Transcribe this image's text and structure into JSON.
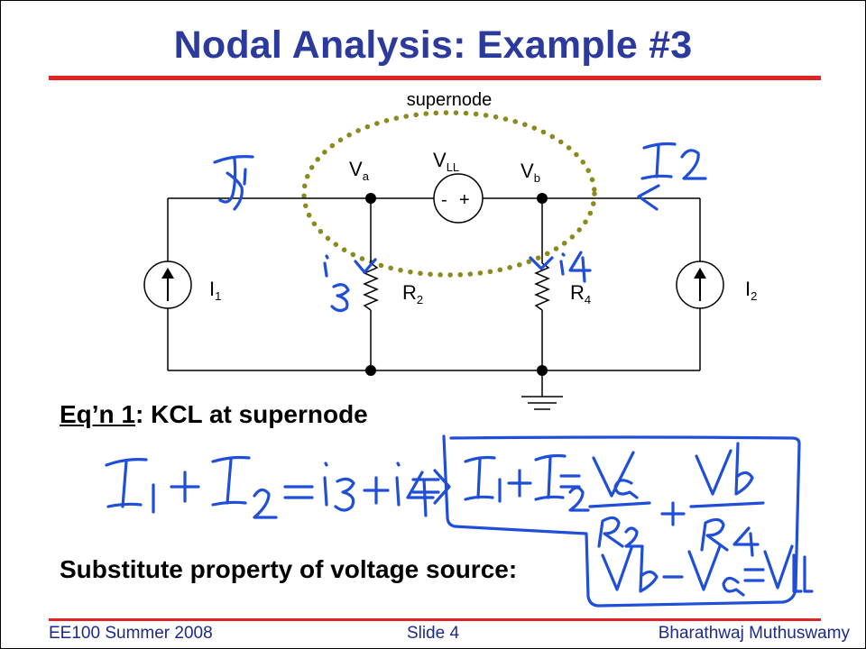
{
  "slide": {
    "title": "Nodal Analysis: Example #3",
    "footer_left": "EE100 Summer 2008",
    "footer_center": "Slide 4",
    "footer_right": "Bharathwaj Muthuswamy"
  },
  "circuit": {
    "supernode_label": "supernode",
    "node_a": {
      "main": "V",
      "sub": "a"
    },
    "node_b": {
      "main": "V",
      "sub": "b"
    },
    "source": {
      "main": "V",
      "sub": "LL",
      "minus": "-",
      "plus": "+"
    },
    "current_source_1": {
      "main": "I",
      "sub": "1"
    },
    "current_source_2": {
      "main": "I",
      "sub": "2"
    },
    "resistor_2": {
      "main": "R",
      "sub": "2"
    },
    "resistor_4": {
      "main": "R",
      "sub": "4"
    }
  },
  "text": {
    "eq1_underlined": "Eq’n 1",
    "eq1_rest": ": KCL at supernode",
    "substitute": "Substitute property of voltage source:"
  },
  "handwriting": {
    "color": "#1f4ed8",
    "labels": [
      "I1",
      "I2",
      "i3",
      "i4"
    ],
    "equation_1": "I1 + I2 = i3 + i4 => I1 + I2 = Va/R2 + Vb/R4",
    "equation_2": "Vb - Va = VLL"
  },
  "colors": {
    "title": "#2b3a9c",
    "rule": "#e02424",
    "footer": "#1c2a8a",
    "supernode": "#8a8a1e"
  }
}
